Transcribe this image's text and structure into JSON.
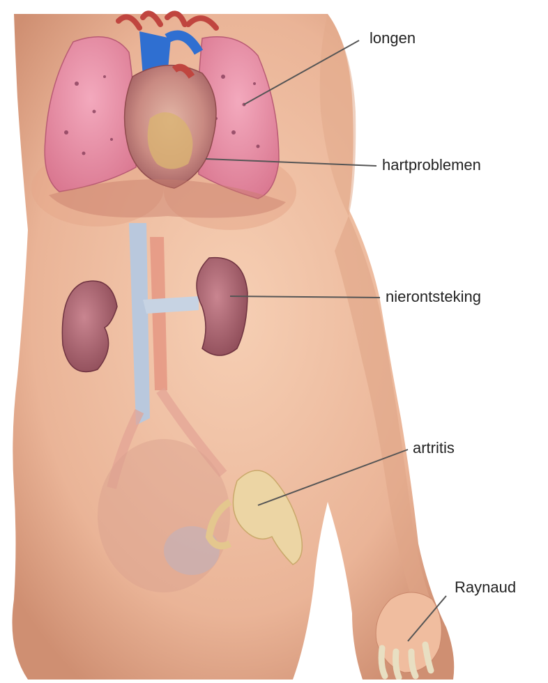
{
  "labels": {
    "lungs": "longen",
    "heart": "hartproblemen",
    "kidneys": "nierontsteking",
    "arthritis": "artritis",
    "raynaud": "Raynaud"
  },
  "colors": {
    "skin": "#f2c1a4",
    "skin_shadow": "#d99a7c",
    "lung": "#e78fa6",
    "heart": "#c9777d",
    "vein": "#b9c8dd",
    "kidney": "#a9636f",
    "bone": "#e9d2a0"
  }
}
